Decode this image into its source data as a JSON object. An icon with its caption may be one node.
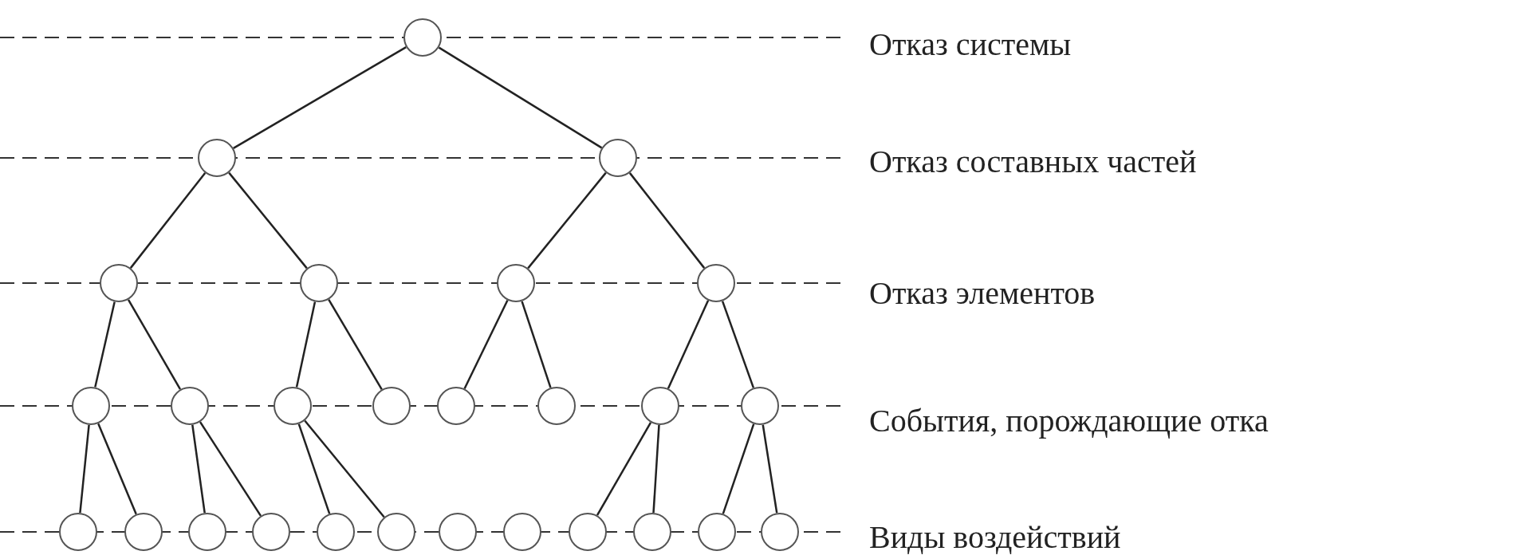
{
  "diagram": {
    "nodes": [
      {
        "text": [],
        "shape": "circle"
      },
      {
        "text": [],
        "shape": "circle"
      },
      {
        "text": [],
        "shape": "circle"
      },
      {
        "text": [],
        "shape": "circle"
      },
      {
        "text": [],
        "shape": "circle"
      },
      {
        "text": [],
        "shape": "circle"
      },
      {
        "text": [],
        "shape": "circle"
      },
      {
        "text": [],
        "shape": "circle"
      },
      {
        "text": [],
        "shape": "circle"
      },
      {
        "text": [],
        "shape": "circle"
      },
      {
        "text": [],
        "shape": "circle"
      },
      {
        "text": [],
        "shape": "circle"
      },
      {
        "text": [],
        "shape": "circle"
      },
      {
        "text": [],
        "shape": "circle"
      },
      {
        "text": [],
        "shape": "circle"
      },
      {
        "text": [],
        "shape": "circle"
      },
      {
        "text": [],
        "shape": "circle"
      },
      {
        "text": [],
        "shape": "circle"
      },
      {
        "text": [],
        "shape": "circle"
      },
      {
        "text": [],
        "shape": "circle"
      },
      {
        "text": [],
        "shape": "circle"
      },
      {
        "text": [],
        "shape": "circle"
      },
      {
        "text": [],
        "shape": "circle"
      },
      {
        "text": [],
        "shape": "circle"
      },
      {
        "text": [],
        "shape": "circle"
      },
      {
        "text": [],
        "shape": "circle"
      },
      {
        "text": [],
        "shape": "circle"
      }
    ],
    "edges": [
      {
        "from": 0,
        "to": 1,
        "arrow": "none"
      },
      {
        "from": 0,
        "to": 2,
        "arrow": "none"
      },
      {
        "from": 1,
        "to": 3,
        "arrow": "none"
      },
      {
        "from": 1,
        "to": 4,
        "arrow": "none"
      },
      {
        "from": 2,
        "to": 5,
        "arrow": "none"
      },
      {
        "from": 2,
        "to": 6,
        "arrow": "none"
      },
      {
        "from": 3,
        "to": 7,
        "arrow": "none"
      },
      {
        "from": 3,
        "to": 8,
        "arrow": "none"
      },
      {
        "from": 4,
        "to": 9,
        "arrow": "none"
      },
      {
        "from": 4,
        "to": 10,
        "arrow": "none"
      },
      {
        "from": 5,
        "to": 11,
        "arrow": "none"
      },
      {
        "from": 5,
        "to": 12,
        "arrow": "none"
      },
      {
        "from": 6,
        "to": 13,
        "arrow": "none"
      },
      {
        "from": 6,
        "to": 14,
        "arrow": "none"
      },
      {
        "from": 7,
        "to": 15,
        "arrow": "none"
      },
      {
        "from": 7,
        "to": 16,
        "arrow": "none"
      },
      {
        "from": 8,
        "to": 17,
        "arrow": "none"
      },
      {
        "from": 8,
        "to": 18,
        "arrow": "none"
      },
      {
        "from": 9,
        "to": 19,
        "arrow": "none"
      },
      {
        "from": 9,
        "to": 20,
        "arrow": "none"
      },
      {
        "from": 13,
        "to": 23,
        "arrow": "none"
      },
      {
        "from": 13,
        "to": 24,
        "arrow": "none"
      },
      {
        "from": 14,
        "to": 25,
        "arrow": "none"
      },
      {
        "from": 14,
        "to": 26,
        "arrow": "none"
      }
    ],
    "labels": [
      "Отказ системы",
      "Отказ составных частей",
      "Отказ элементов",
      "События, порождающие отка",
      "Виды воздействий"
    ]
  }
}
